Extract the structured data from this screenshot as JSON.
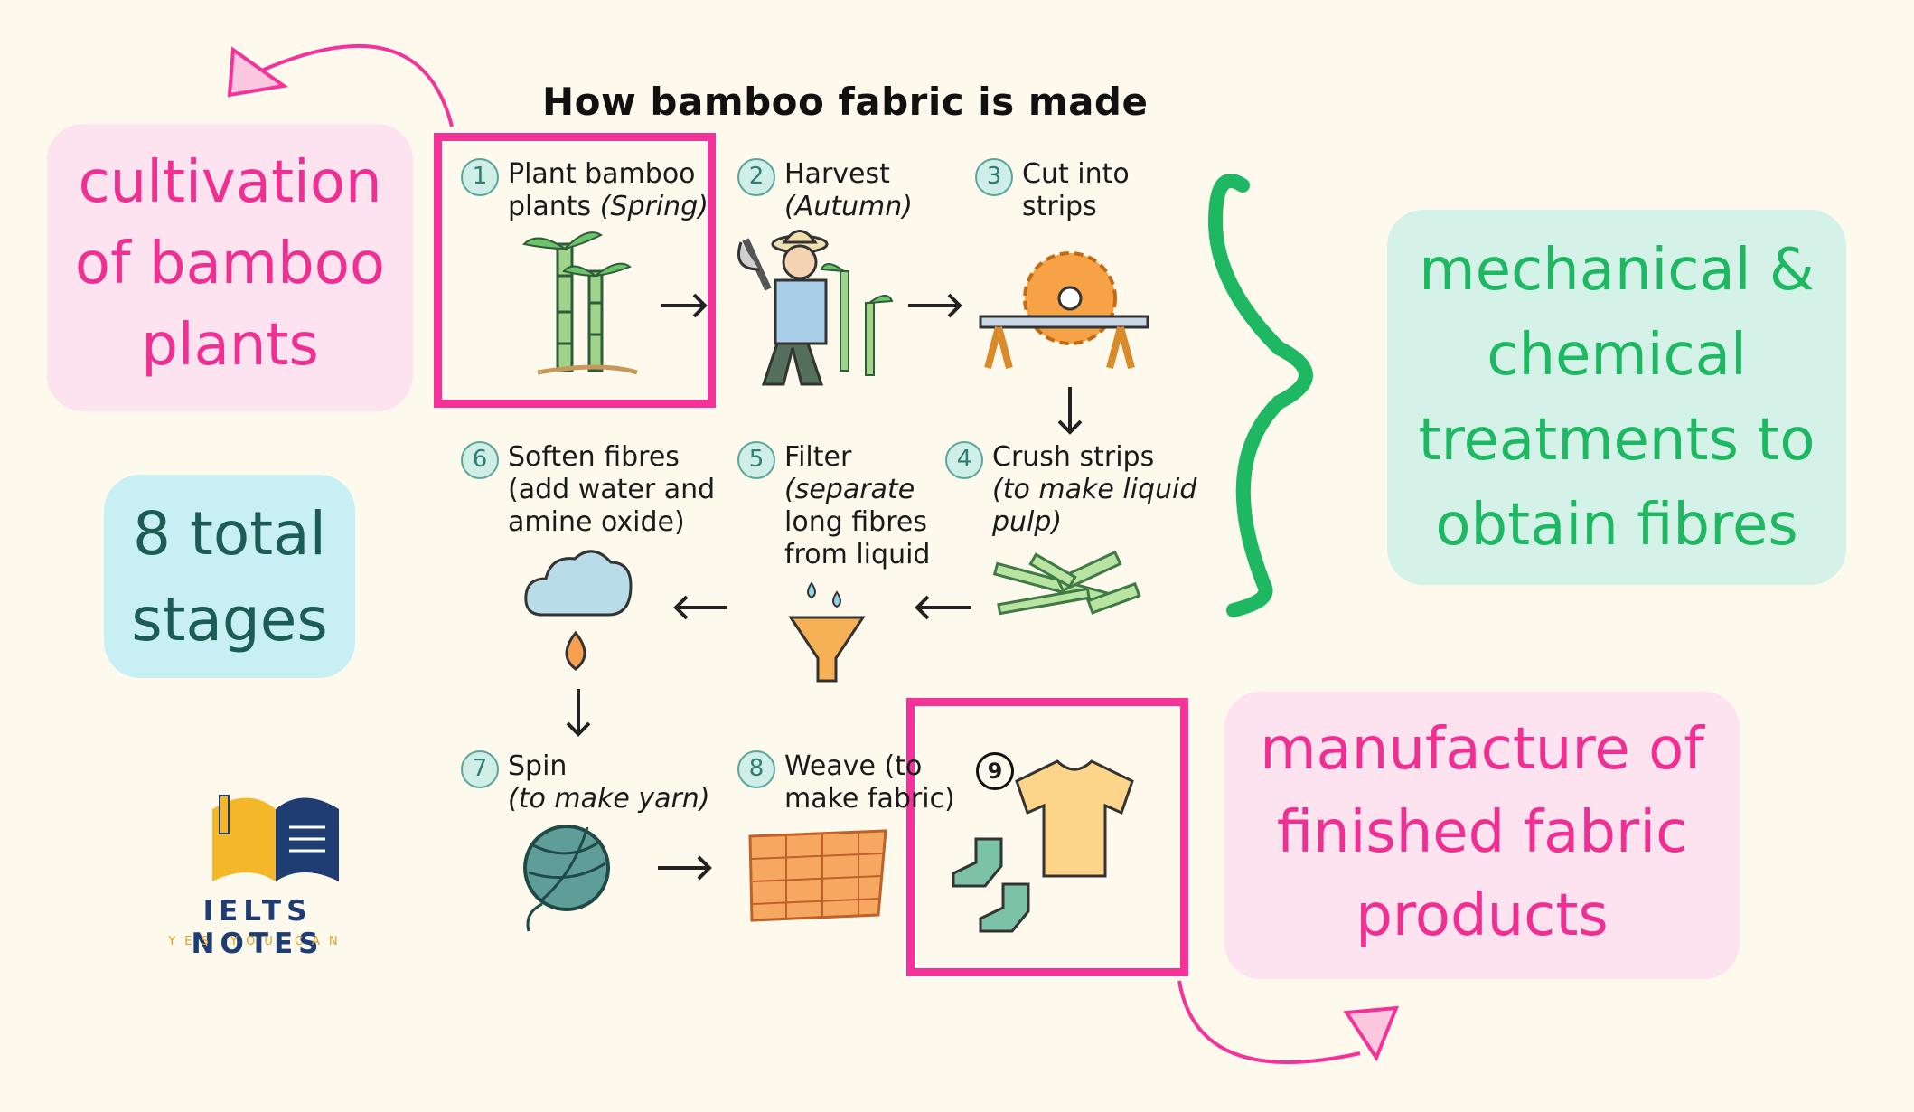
{
  "title": "How bamboo fabric is made",
  "steps": [
    {
      "num": "1",
      "text": "Plant bamboo",
      "sub_plain": "plants ",
      "sub_italic": "(Spring)"
    },
    {
      "num": "2",
      "text": "Harvest",
      "sub_italic": "(Autumn)"
    },
    {
      "num": "3",
      "text": "Cut into",
      "sub_plain": "strips"
    },
    {
      "num": "4",
      "text": "Crush strips",
      "sub_italic": "(to make liquid",
      "sub_italic2": "pulp)"
    },
    {
      "num": "5",
      "text": "Filter",
      "sub_italic": "(separate",
      "line3": "long fibres",
      "line4": "from liquid"
    },
    {
      "num": "6",
      "text": "Soften fibres",
      "line2": "(add water and",
      "line3": "amine oxide)"
    },
    {
      "num": "7",
      "text": "Spin",
      "sub_italic": "(to make yarn)"
    },
    {
      "num": "8",
      "text": "Weave (to",
      "line2": "make fabric)"
    },
    {
      "num": "9"
    }
  ],
  "annotations": {
    "cultivation": [
      "cultivation",
      "of bamboo",
      "plants"
    ],
    "total": [
      "8 total",
      "stages"
    ],
    "mechanical": [
      "mechanical &",
      "chemical",
      "treatments to",
      "obtain fibres"
    ],
    "manufacture": [
      "manufacture of",
      "finished fabric",
      "products"
    ]
  },
  "logo": {
    "name": "IELTS NOTES",
    "tagline": "YES YOU CAN"
  },
  "colors": {
    "pink": "#f4339a",
    "green": "#1eb862",
    "teal_text": "#1b5d55",
    "background": "#fdf9ec"
  }
}
